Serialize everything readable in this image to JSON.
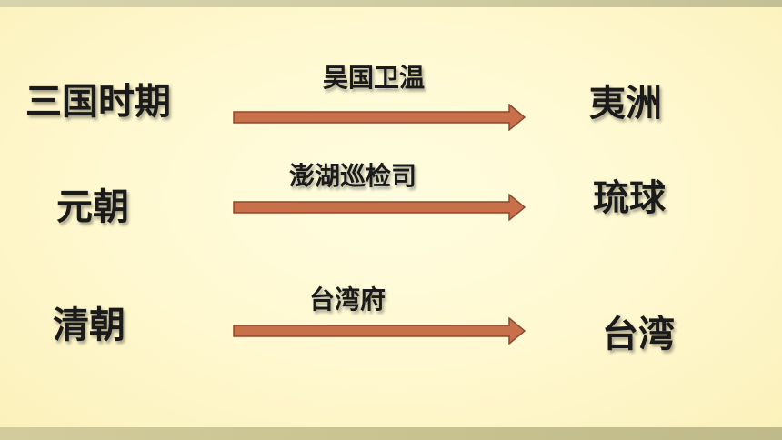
{
  "rows": [
    {
      "period": "三国时期",
      "institution": "吴国卫温",
      "name": "夷洲"
    },
    {
      "period": "元朝",
      "institution": "澎湖巡检司",
      "name": "琉球"
    },
    {
      "period": "清朝",
      "institution": "台湾府",
      "name": "台湾"
    }
  ],
  "colors": {
    "arrow_fill": "#c9704a",
    "arrow_stroke": "#8a4a2e",
    "background": "#fff8cf"
  }
}
